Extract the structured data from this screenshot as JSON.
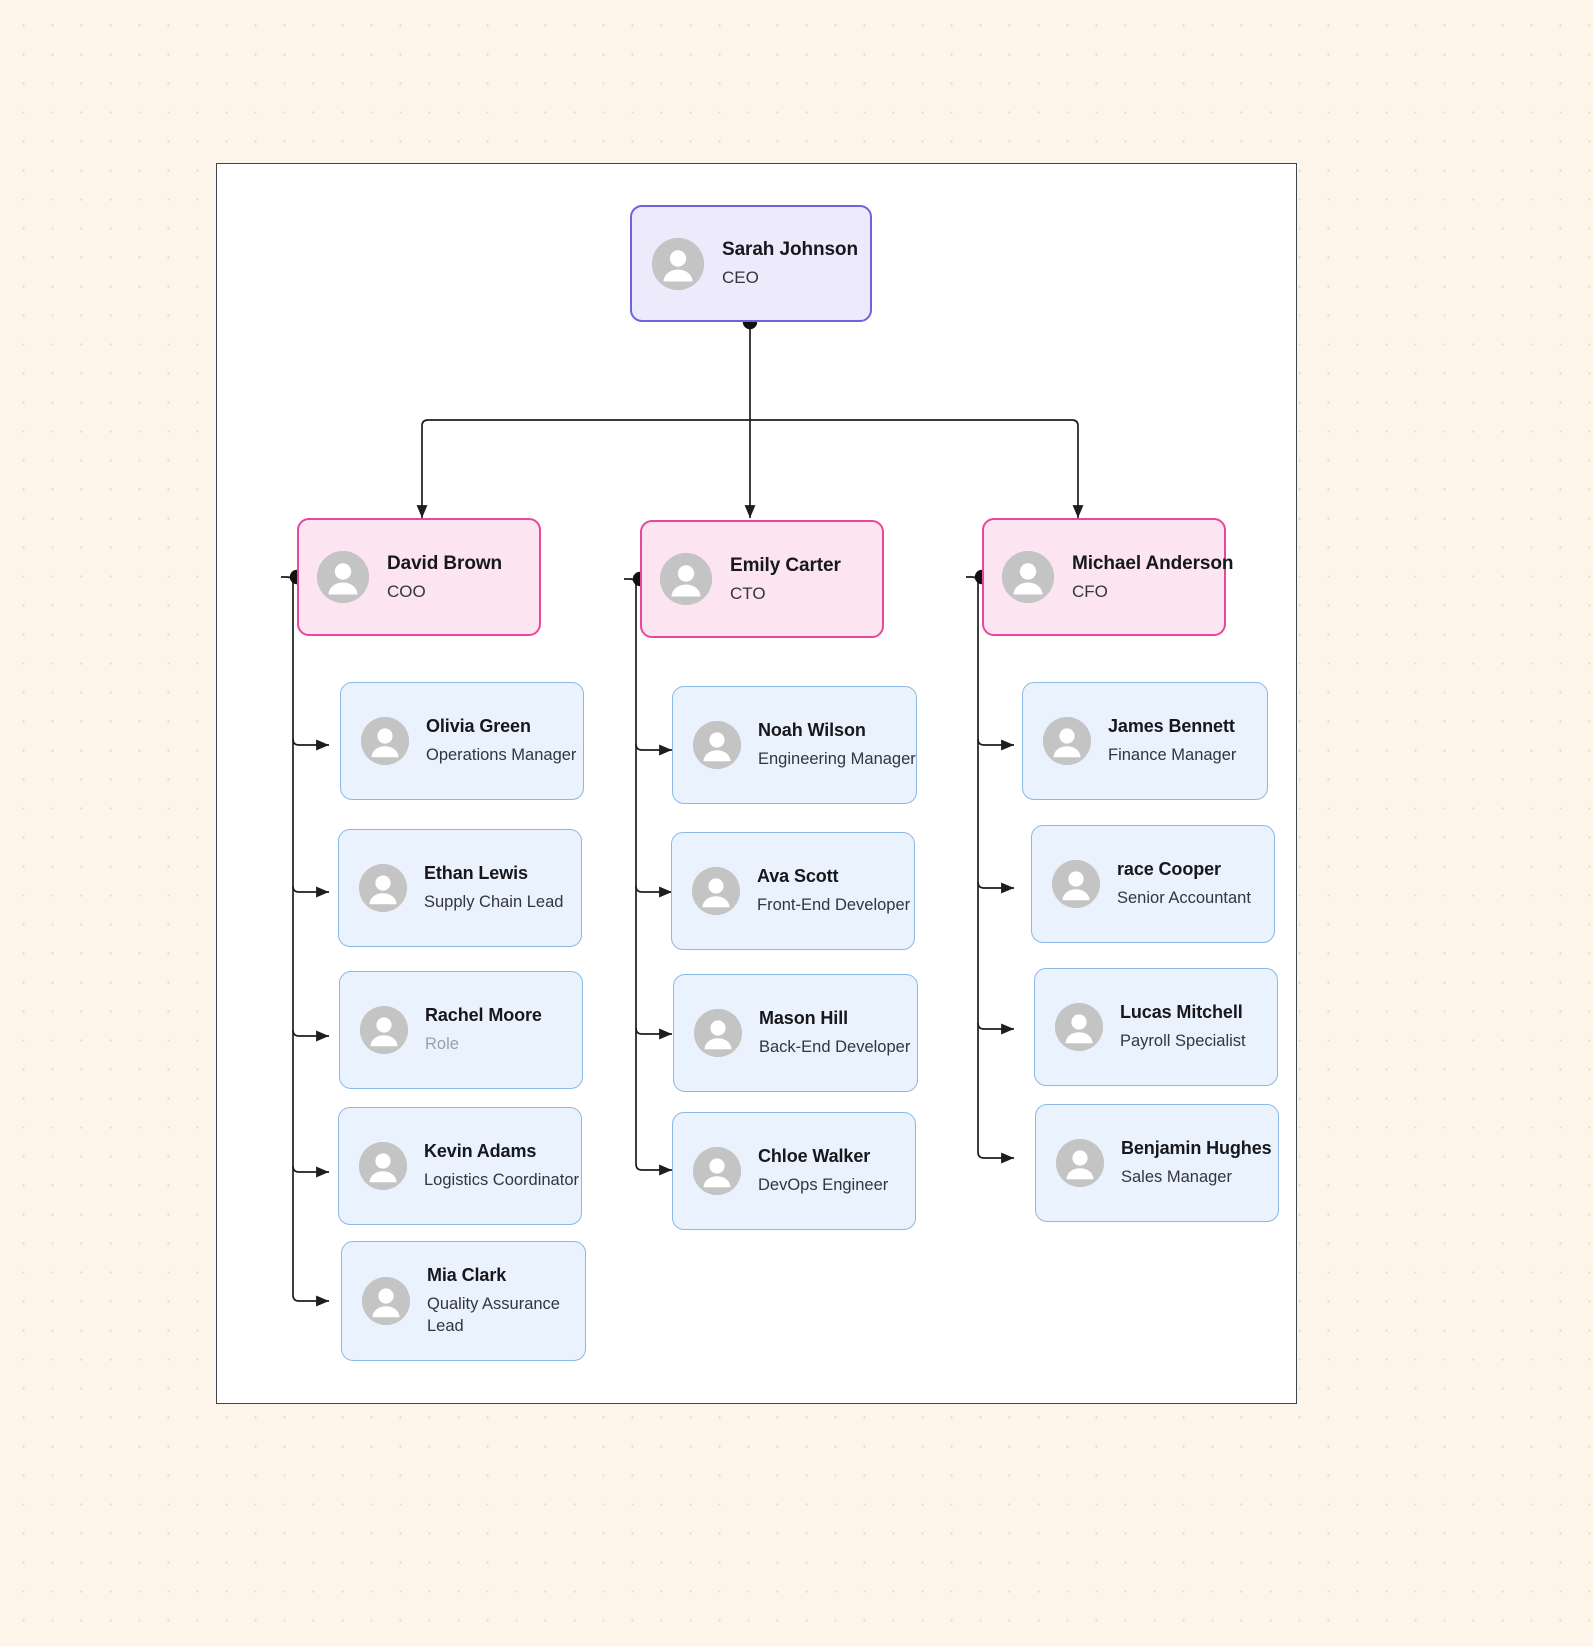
{
  "canvas": {
    "background": "#ffffff",
    "border_color": "#3b4450",
    "page_background": "#fdf5e9"
  },
  "colors": {
    "root_fill": "#eceafb",
    "root_border": "#6c63e0",
    "exec_fill": "#fce5f0",
    "exec_border": "#e8479c",
    "staff_fill": "#eaf2fd",
    "staff_border": "#8cb8e8",
    "avatar_fill": "#c4c4c4",
    "edge": "#1d1d1d",
    "placeholder_text": "#9aa1ac"
  },
  "chart_data": {
    "type": "org-chart",
    "title": "Organization Chart",
    "root": {
      "id": "sarah-johnson",
      "name": "Sarah Johnson",
      "role": "CEO",
      "level": 0,
      "avatar": "person-avatar-icon"
    },
    "nodes": [
      {
        "id": "david-brown",
        "name": "David Brown",
        "role": "COO",
        "level": 1,
        "parent": "sarah-johnson",
        "avatar": "person-avatar-icon"
      },
      {
        "id": "emily-carter",
        "name": "Emily Carter",
        "role": "CTO",
        "level": 1,
        "parent": "sarah-johnson",
        "avatar": "person-avatar-icon"
      },
      {
        "id": "michael-anderson",
        "name": "Michael Anderson",
        "role": "CFO",
        "level": 1,
        "parent": "sarah-johnson",
        "avatar": "person-avatar-icon"
      },
      {
        "id": "olivia-green",
        "name": "Olivia Green",
        "role": "Operations Manager",
        "level": 2,
        "parent": "david-brown",
        "avatar": "person-avatar-icon"
      },
      {
        "id": "ethan-lewis",
        "name": "Ethan Lewis",
        "role": "Supply Chain Lead",
        "level": 2,
        "parent": "david-brown",
        "avatar": "person-avatar-icon"
      },
      {
        "id": "rachel-moore",
        "name": "Rachel Moore",
        "role": "Role",
        "role_is_placeholder": true,
        "level": 2,
        "parent": "david-brown",
        "avatar": "person-avatar-icon"
      },
      {
        "id": "kevin-adams",
        "name": "Kevin Adams",
        "role": "Logistics Coordinator",
        "level": 2,
        "parent": "david-brown",
        "avatar": "person-avatar-icon"
      },
      {
        "id": "mia-clark",
        "name": "Mia Clark",
        "role": "Quality Assurance Lead",
        "level": 2,
        "parent": "david-brown",
        "avatar": "person-avatar-icon"
      },
      {
        "id": "noah-wilson",
        "name": "Noah Wilson",
        "role": "Engineering Manager",
        "level": 2,
        "parent": "emily-carter",
        "avatar": "person-avatar-icon"
      },
      {
        "id": "ava-scott",
        "name": "Ava Scott",
        "role": "Front-End Developer",
        "level": 2,
        "parent": "emily-carter",
        "avatar": "person-avatar-icon"
      },
      {
        "id": "mason-hill",
        "name": "Mason Hill",
        "role": "Back-End Developer",
        "level": 2,
        "parent": "emily-carter",
        "avatar": "person-avatar-icon"
      },
      {
        "id": "chloe-walker",
        "name": "Chloe Walker",
        "role": "DevOps Engineer",
        "level": 2,
        "parent": "emily-carter",
        "avatar": "person-avatar-icon"
      },
      {
        "id": "james-bennett",
        "name": "James Bennett",
        "role": "Finance Manager",
        "level": 2,
        "parent": "michael-anderson",
        "avatar": "person-avatar-icon"
      },
      {
        "id": "race-cooper",
        "name": "race Cooper",
        "role": "Senior Accountant",
        "level": 2,
        "parent": "michael-anderson",
        "avatar": "person-avatar-icon"
      },
      {
        "id": "lucas-mitchell",
        "name": "Lucas Mitchell",
        "role": "Payroll Specialist",
        "level": 2,
        "parent": "michael-anderson",
        "avatar": "person-avatar-icon"
      },
      {
        "id": "benjamin-hughes",
        "name": "Benjamin Hughes",
        "role": "Sales Manager",
        "level": 2,
        "parent": "michael-anderson",
        "avatar": "person-avatar-icon"
      }
    ]
  }
}
